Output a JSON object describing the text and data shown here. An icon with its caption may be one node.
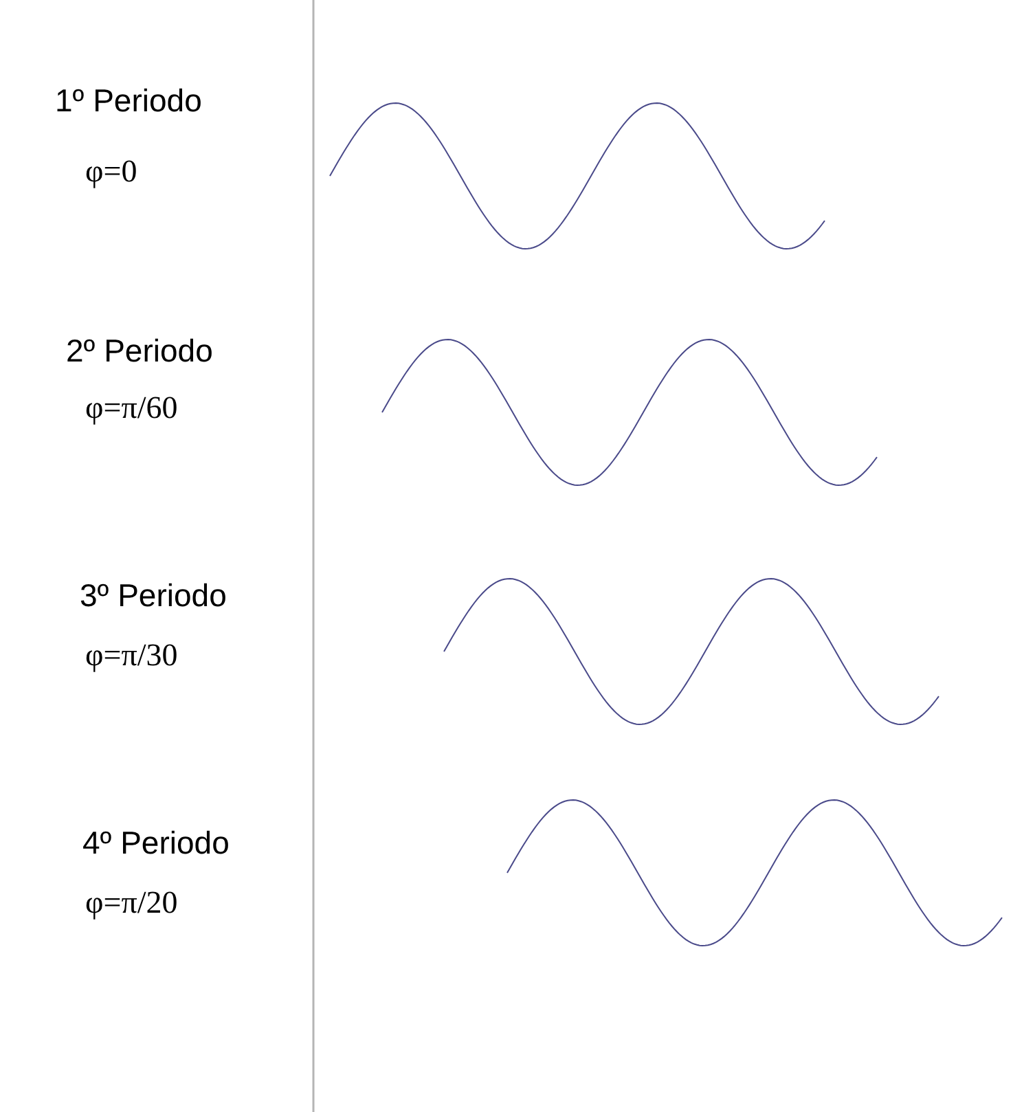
{
  "diagram": {
    "labels": [
      "1º Periodo",
      "φ=0",
      "2º Periodo",
      "φ=π/60",
      "3º Periodo",
      "φ=π/30",
      "4º Periodo",
      "φ=π/20"
    ]
  }
}
